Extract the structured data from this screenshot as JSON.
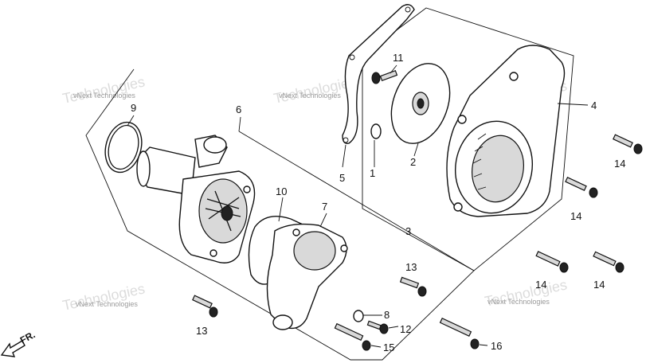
{
  "watermark": "vNext Technologies",
  "direction_label": "FR.",
  "callouts": [
    "1",
    "2",
    "3",
    "4",
    "5",
    "6",
    "7",
    "8",
    "9",
    "10",
    "11",
    "12",
    "13",
    "13",
    "14",
    "14",
    "14",
    "14",
    "15",
    "16"
  ]
}
